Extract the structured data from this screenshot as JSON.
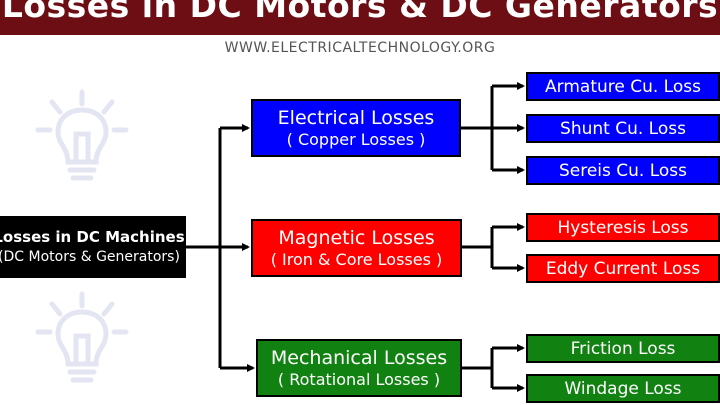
{
  "title": "Losses in DC Motors & DC Generators",
  "website": "WWW.ELECTRICALTECHNOLOGY.ORG",
  "root": {
    "line1": "Losses in DC Machines",
    "line2": "(DC Motors & Generators)"
  },
  "categories": [
    {
      "name": "Electrical Losses",
      "sub": "( Copper Losses )",
      "color": "#0000ff",
      "items": [
        "Armature Cu. Loss",
        "Shunt Cu. Loss",
        "Sereis Cu. Loss"
      ]
    },
    {
      "name": "Magnetic Losses",
      "sub": "( Iron & Core Losses )",
      "color": "#ff0000",
      "items": [
        "Hysteresis Loss",
        "Eddy Current Loss"
      ]
    },
    {
      "name": "Mechanical Losses",
      "sub": "( Rotational Losses )",
      "color": "#118211",
      "items": [
        "Friction Loss",
        "Windage Loss"
      ]
    }
  ],
  "colors": {
    "title_bar": "#6d0e14",
    "connector": "#000000",
    "watermark_bulb": "#e3e6f2"
  },
  "icons": [
    "lightbulb-icon"
  ]
}
